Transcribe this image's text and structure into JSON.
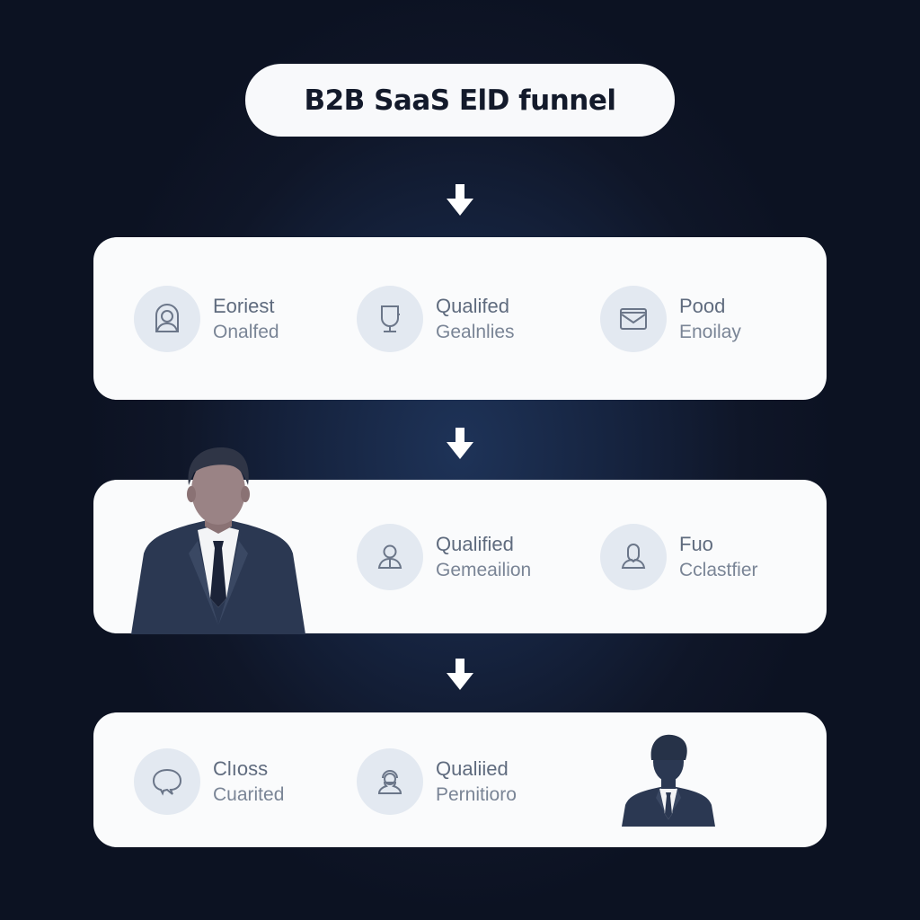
{
  "title": "B2B SaaS ElD funnel",
  "colors": {
    "background": "#111a2e",
    "card": "#fafbfc",
    "icon_circle": "#e3e9f1",
    "icon_stroke": "#6b7689",
    "title_text": "#131a2b",
    "person_suit": "#2b3852"
  },
  "arrows": [
    {
      "icon": "arrow-down-icon"
    },
    {
      "icon": "arrow-down-icon"
    },
    {
      "icon": "arrow-down-icon"
    }
  ],
  "stages": [
    {
      "items": [
        {
          "icon": "user-frame-icon",
          "line1": "Eoriest",
          "line2": "Onalfed"
        },
        {
          "icon": "shield-cup-icon",
          "line1": "Qualifed",
          "line2": "Gealnlies"
        },
        {
          "icon": "envelope-icon",
          "line1": "Pood",
          "line2": "Enoilay"
        }
      ]
    },
    {
      "illustration": "businessman-illustration",
      "items": [
        {
          "icon": "user-icon",
          "line1": "Qualified",
          "line2": "Gemeailion"
        },
        {
          "icon": "user-icon",
          "line1": "Fuo",
          "line2": "Cclastfier"
        }
      ]
    },
    {
      "illustration": "businessman-silhouette",
      "items": [
        {
          "icon": "speech-bubble-icon",
          "line1": "Clıoss",
          "line2": "Cuarited"
        },
        {
          "icon": "user-headset-icon",
          "line1": "Qualiied",
          "line2": "Pernitioro"
        }
      ]
    }
  ]
}
